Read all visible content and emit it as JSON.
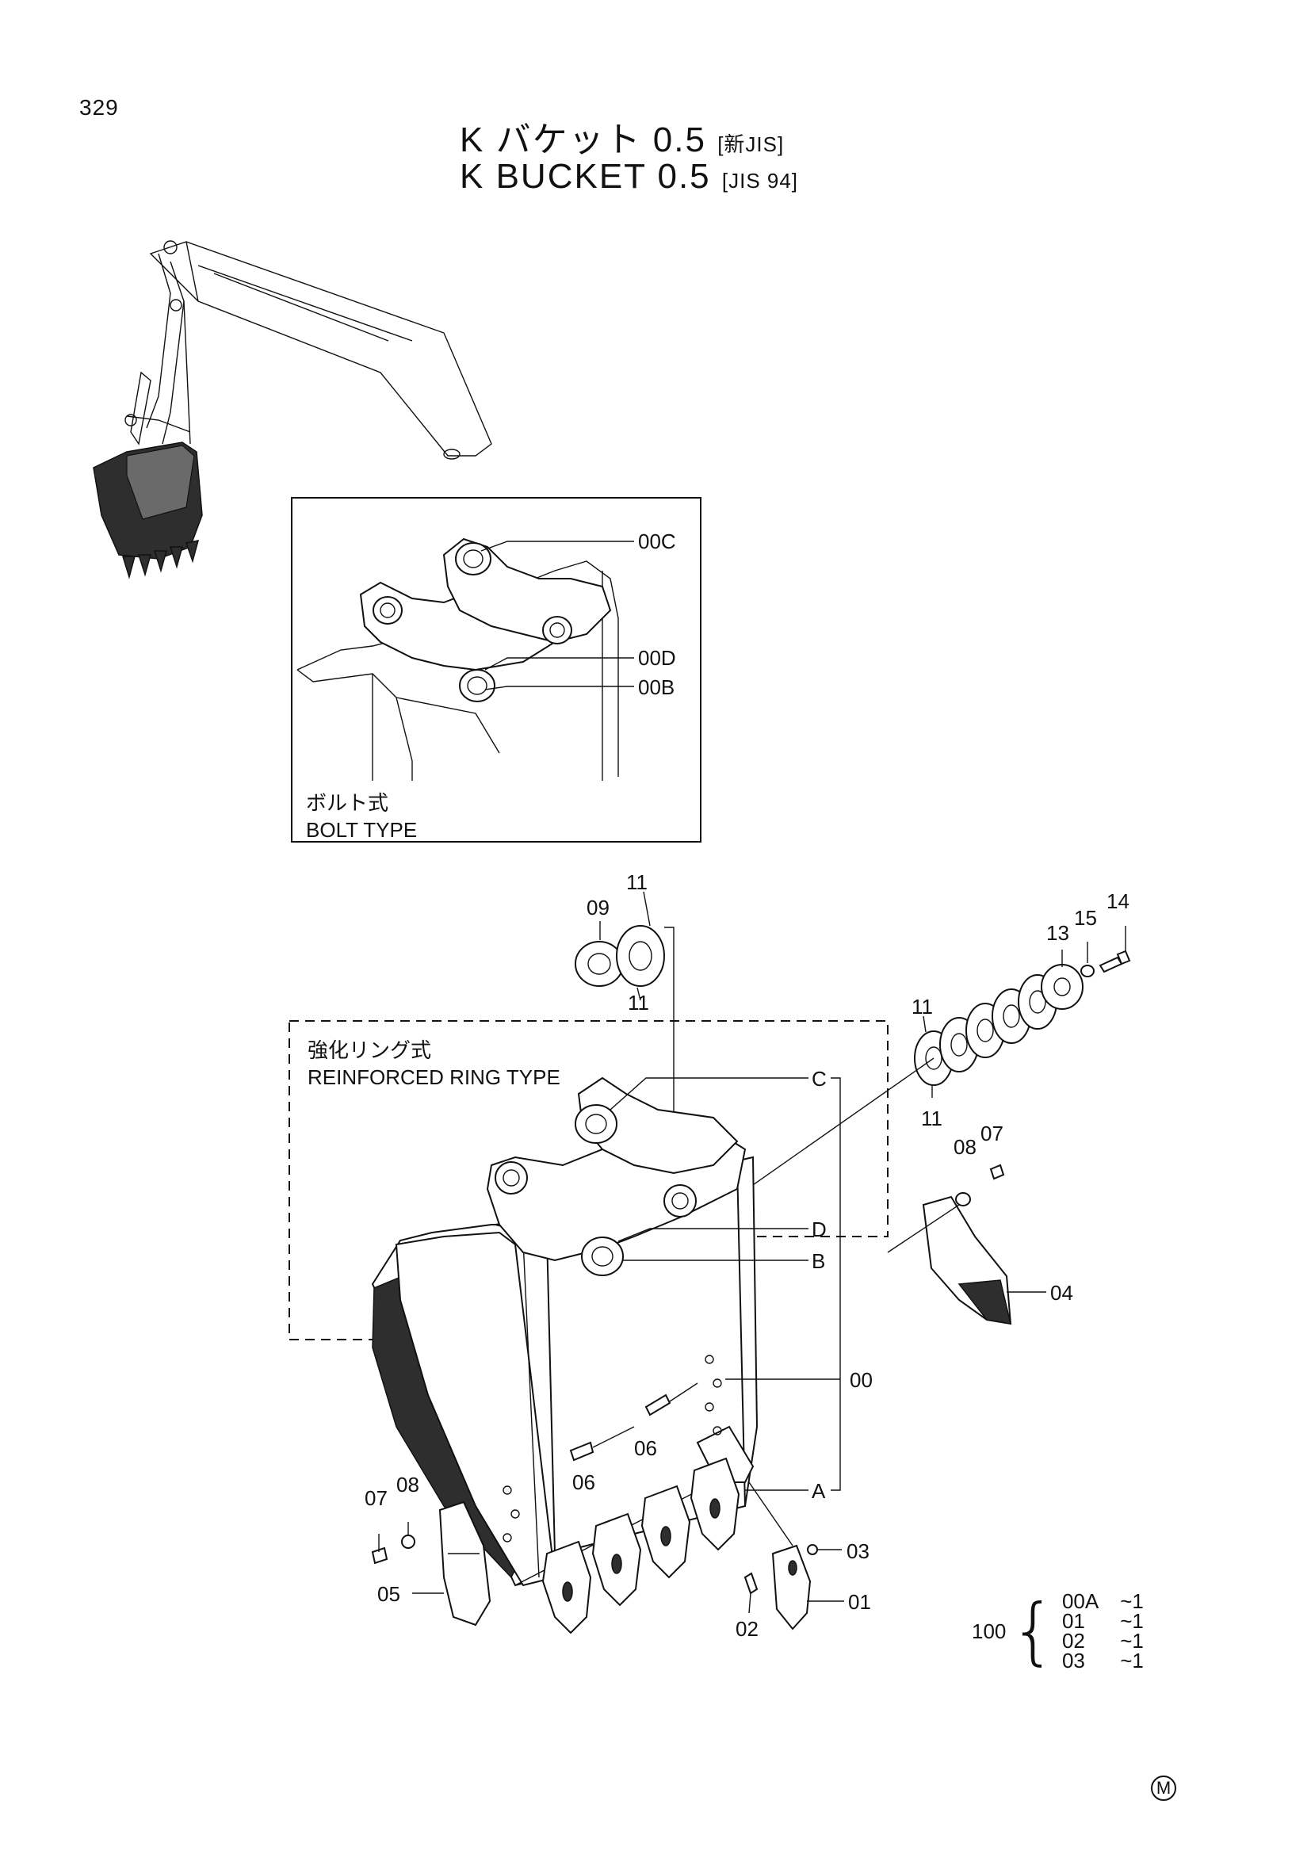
{
  "page_number": "329",
  "title": {
    "jp_main": "K バケット 0.5",
    "jp_sub": "[新JIS]",
    "en_main": "K BUCKET 0.5",
    "en_sub": "[JIS 94]"
  },
  "inset_bolt": {
    "caption_jp": "ボルト式",
    "caption_en": "BOLT TYPE",
    "labels": {
      "c": "00C",
      "d": "00D",
      "b": "00B"
    }
  },
  "ring_type": {
    "caption_jp": "強化リング式",
    "caption_en": "REINFORCED RING TYPE"
  },
  "part_labels": {
    "p11_top": "11",
    "p09": "09",
    "p11_top_lower": "11",
    "p13": "13",
    "p15": "15",
    "p14": "14",
    "p11_right": "11",
    "p11_right_lower": "11",
    "p08_right": "08",
    "p07_right": "07",
    "ref_c": "C",
    "ref_d": "D",
    "ref_b": "B",
    "ref_a": "A",
    "p04": "04",
    "p00": "00",
    "p06_a": "06",
    "p06_b": "06",
    "p07_left": "07",
    "p08_left": "08",
    "p05": "05",
    "p03": "03",
    "p02": "02",
    "p01": "01"
  },
  "kit": {
    "total": "100",
    "items": [
      {
        "part": "00A",
        "qty": "~1"
      },
      {
        "part": "01",
        "qty": "~1"
      },
      {
        "part": "02",
        "qty": "~1"
      },
      {
        "part": "03",
        "qty": "~1"
      }
    ]
  },
  "maker_mark": "M"
}
